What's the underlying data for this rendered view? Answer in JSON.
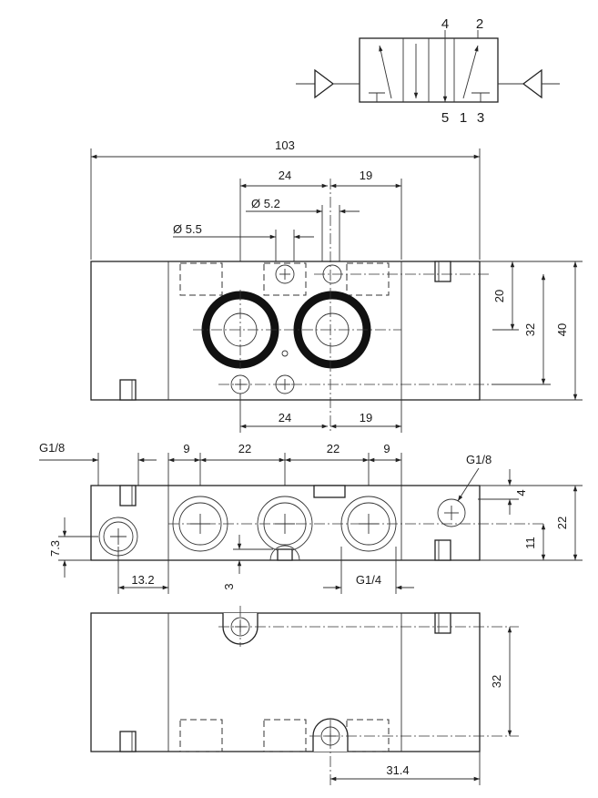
{
  "symbol": {
    "ports_top": [
      "4",
      "2"
    ],
    "ports_bottom": [
      "5",
      "1",
      "3"
    ]
  },
  "top_view": {
    "overall_length": "103",
    "upper_spacing_a": "24",
    "upper_spacing_b": "19",
    "hole_small": "Ø 5.2",
    "hole_large": "Ø 5.5",
    "lower_spacing_a": "24",
    "lower_spacing_b": "19",
    "height_20": "20",
    "height_32": "32",
    "height_40": "40"
  },
  "front_view": {
    "thread_left": "G1/8",
    "thread_right": "G1/8",
    "pitch_9_left": "9",
    "pitch_22_a": "22",
    "pitch_22_b": "22",
    "pitch_9_right": "9",
    "height_4": "4",
    "height_22": "22",
    "height_11": "11",
    "height_7_3": "7.3",
    "width_13_2": "13.2",
    "depth_3": "3",
    "port_thread": "G1/4"
  },
  "bottom_view": {
    "height_32": "32",
    "width_31_4": "31.4"
  }
}
